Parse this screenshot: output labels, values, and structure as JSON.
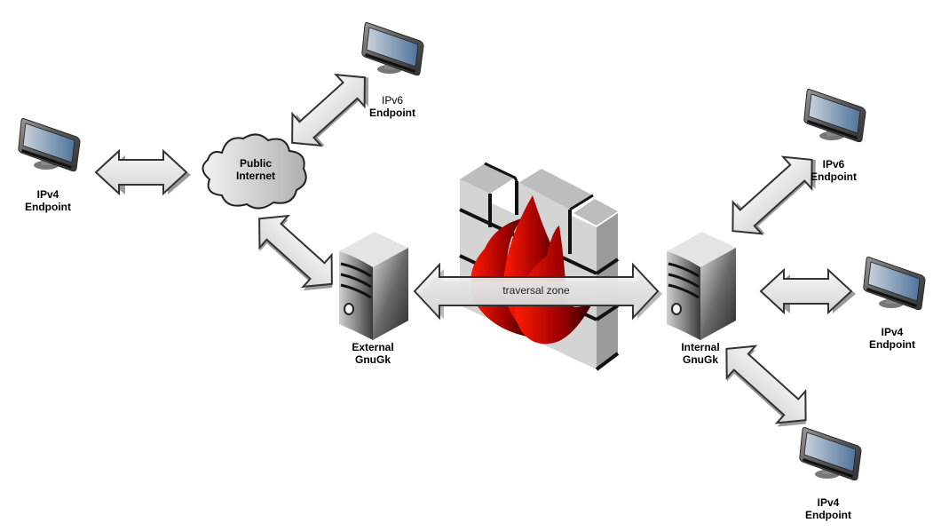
{
  "diagram": {
    "title": "GnuGk traversal zone network",
    "colors": {
      "arrow_fill": "#e8e8e8",
      "arrow_stroke": "#333333",
      "screen": "#5f7fa3",
      "flame": "#cc0000",
      "brick": "#c8c8c8"
    },
    "nodes": {
      "ipv4_left": {
        "line1": "IPv4",
        "line2": "Endpoint",
        "icon": "monitor-icon"
      },
      "ipv6_top": {
        "line1": "IPv6",
        "line2": "Endpoint",
        "icon": "monitor-icon"
      },
      "cloud": {
        "line1": "Public",
        "line2": "Internet",
        "icon": "cloud-icon"
      },
      "external_gk": {
        "line1": "External",
        "line2": "GnuGk",
        "icon": "server-icon"
      },
      "firewall": {
        "icon": "firewall-icon"
      },
      "internal_gk": {
        "line1": "Internal",
        "line2": "GnuGk",
        "icon": "server-icon"
      },
      "ipv6_right": {
        "line1": "IPv6",
        "line2": "Endpoint",
        "icon": "monitor-icon"
      },
      "ipv4_right": {
        "line1": "IPv4",
        "line2": "Endpoint",
        "icon": "monitor-icon"
      },
      "ipv4_bottom": {
        "line1": "IPv4",
        "line2": "Endpoint",
        "icon": "monitor-icon"
      }
    },
    "traversal_label": "traversal zone",
    "connections": [
      {
        "from": "ipv4_left",
        "to": "cloud"
      },
      {
        "from": "cloud",
        "to": "ipv6_top"
      },
      {
        "from": "cloud",
        "to": "external_gk"
      },
      {
        "from": "external_gk",
        "to": "internal_gk",
        "label": "traversal zone"
      },
      {
        "from": "internal_gk",
        "to": "ipv6_right"
      },
      {
        "from": "internal_gk",
        "to": "ipv4_right"
      },
      {
        "from": "internal_gk",
        "to": "ipv4_bottom"
      }
    ]
  }
}
